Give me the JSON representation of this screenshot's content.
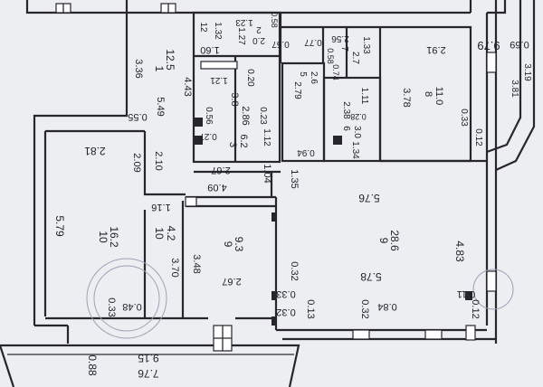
{
  "labels": {
    "l_979": "9.79",
    "l_281": "2.81",
    "l_579": "5.79",
    "l_10a": "10",
    "l_162": "16.2",
    "l_10b": "10",
    "l_42": "4.2",
    "l_116": "1.16",
    "l_209": "2.09",
    "l_210": "2.10",
    "l_055": "0.55",
    "l_336": "3.36",
    "l_1": "1",
    "l_125": "12.5",
    "l_549": "5.49",
    "l_443": "4.43",
    "l_409": "4.09",
    "l_267a": "2.67",
    "l_104": "1.04",
    "l_135": "1.35",
    "l_576": "5.76",
    "l_9a": "9",
    "l_286": "28.6",
    "l_483": "4.83",
    "l_578": "5.78",
    "l_9b": "9",
    "l_93": "9.3",
    "l_267b": "2.67",
    "l_348": "3.48",
    "l_370": "3.70",
    "l_032a": "0.32",
    "l_033a": "0.33",
    "l_032b": "0.32",
    "l_013": "0.13",
    "l_032c": "0.32",
    "l_084": "0.84",
    "l_012a": "0.12",
    "l_011": "0.11",
    "l_033b": "0.33",
    "l_048": "0.48",
    "l_088": "0.88",
    "l_915": "9.15",
    "l_776": "7.76",
    "l_12": "12",
    "l_132": "1.32",
    "l_160": "1.60",
    "l_127": "1.27",
    "l_123": "1.23",
    "l_2": "2",
    "l_058a": "0.58",
    "l_20": "2.0",
    "l_057": "0.57",
    "l_077": "0.77",
    "l_256": "2.56",
    "l_058b": "0.58",
    "l_7": "7",
    "l_27": "2.7",
    "l_133": "1.33",
    "l_121": "1.21",
    "l_020": "0.20",
    "l_5": "5",
    "l_26": "2.6",
    "l_279": "2.79",
    "l_074": "0.74",
    "l_111": "1.11",
    "l_8": "8",
    "l_291": "2.91",
    "l_378": "3.78",
    "l_110": "11.0",
    "l_033c": "0.33",
    "l_012b": "0.12",
    "l_069": "0.69",
    "l_381": "3.81",
    "l_319": "3.19",
    "l_38": "3.8",
    "l_286b": "2.86",
    "l_056": "0.56",
    "l_023": "0.23",
    "l_027": "0.27",
    "l_3": "3",
    "l_62": "6.2",
    "l_112": "1.12",
    "l_094": "0.94",
    "l_238": "2.38",
    "l_028": "0.28",
    "l_6": "6",
    "l_30": "3.0",
    "l_134": "1.34"
  }
}
